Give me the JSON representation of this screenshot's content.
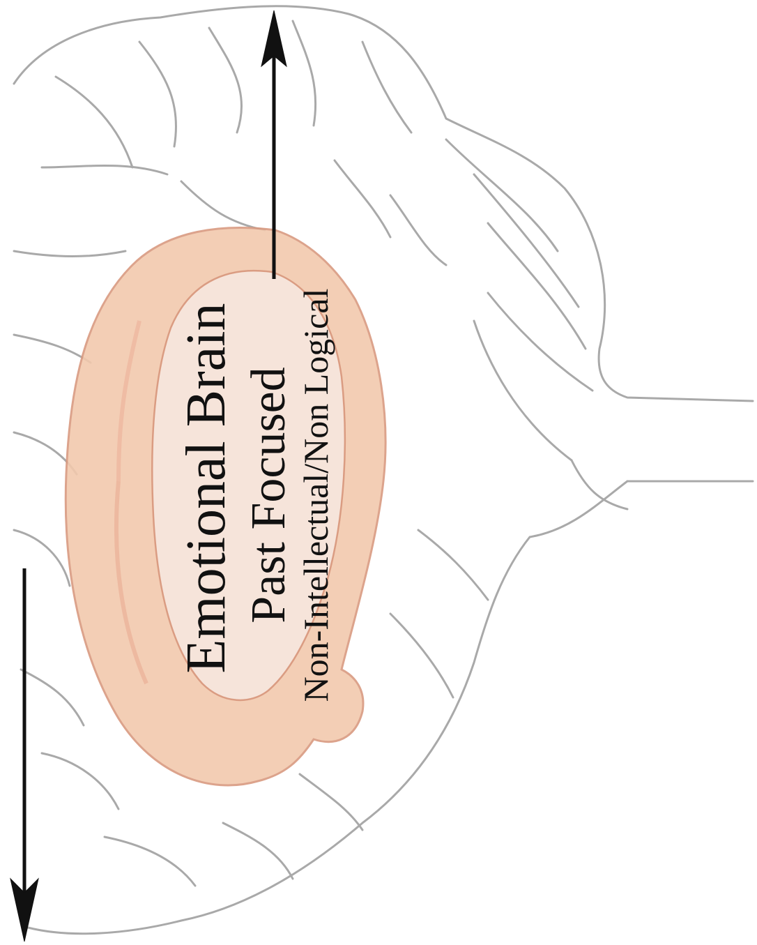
{
  "diagram": {
    "labels": {
      "line1": "Emotional Brain",
      "line2": "Past Focused",
      "line3": "Non-Intellectual/Non Logical"
    },
    "colors": {
      "background": "#ffffff",
      "brain_outline": "#a9a9a9",
      "limbic_fill": "#f2c9ad",
      "limbic_outline": "#d99a80",
      "arrow": "#111111",
      "text": "#111111"
    }
  }
}
